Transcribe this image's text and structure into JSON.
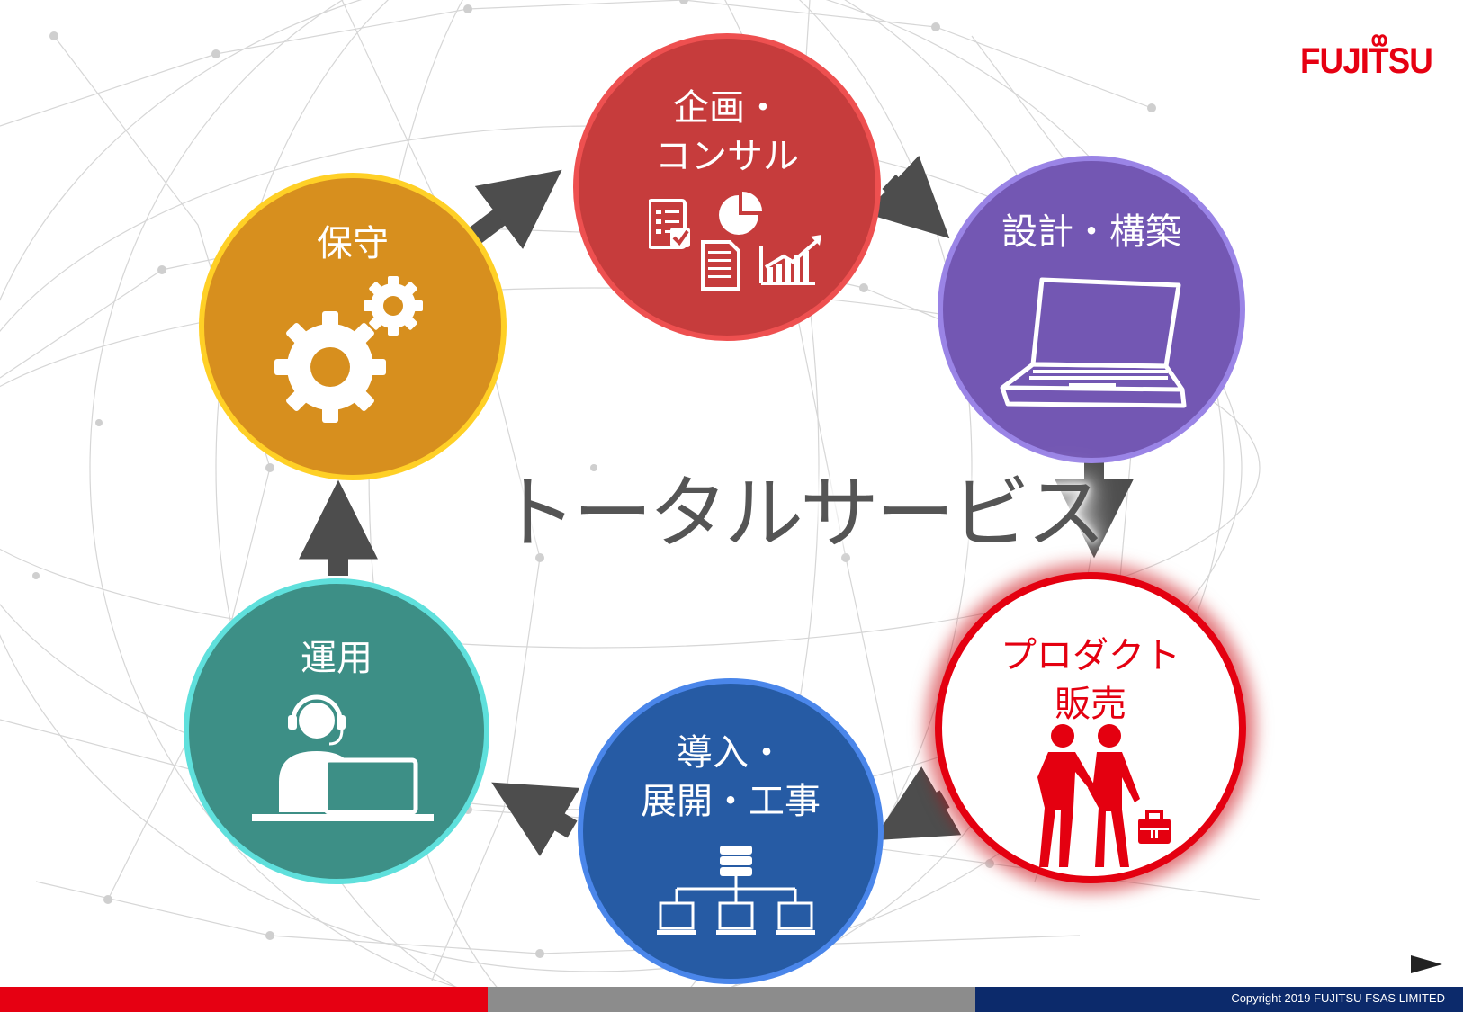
{
  "logo": {
    "text": "FUJITSU"
  },
  "center_title": "トータルサービス",
  "steps": [
    {
      "id": "planning",
      "lines": [
        "企画・",
        "コンサル"
      ],
      "color": "#c63c3c",
      "border": "#ee5050",
      "icon": "documents-chart-icon"
    },
    {
      "id": "design",
      "lines": [
        "設計・構築"
      ],
      "color": "#7357b3",
      "border": "#9a84e6",
      "icon": "laptop-icon"
    },
    {
      "id": "product-sales",
      "lines": [
        "プロダクト",
        "販売"
      ],
      "color": "#ffffff",
      "border": "#e40010",
      "text_color": "#e40010",
      "icon": "handshake-people-icon"
    },
    {
      "id": "deployment",
      "lines": [
        "導入・",
        "展開・工事"
      ],
      "color": "#265ba4",
      "border": "#4a86ea",
      "icon": "network-diagram-icon"
    },
    {
      "id": "operation",
      "lines": [
        "運用"
      ],
      "color": "#3d8f86",
      "border": "#5fe0dc",
      "icon": "operator-headset-icon"
    },
    {
      "id": "maintenance",
      "lines": [
        "保守"
      ],
      "color": "#d78f1e",
      "border": "#ffd026",
      "icon": "gears-icon"
    }
  ],
  "footer": {
    "copyright": "Copyright 2019 FUJITSU FSAS LIMITED",
    "colors": [
      "#e60012",
      "#8c8c8c",
      "#0c2a6b"
    ]
  },
  "next_icon": "next-triangle-icon"
}
